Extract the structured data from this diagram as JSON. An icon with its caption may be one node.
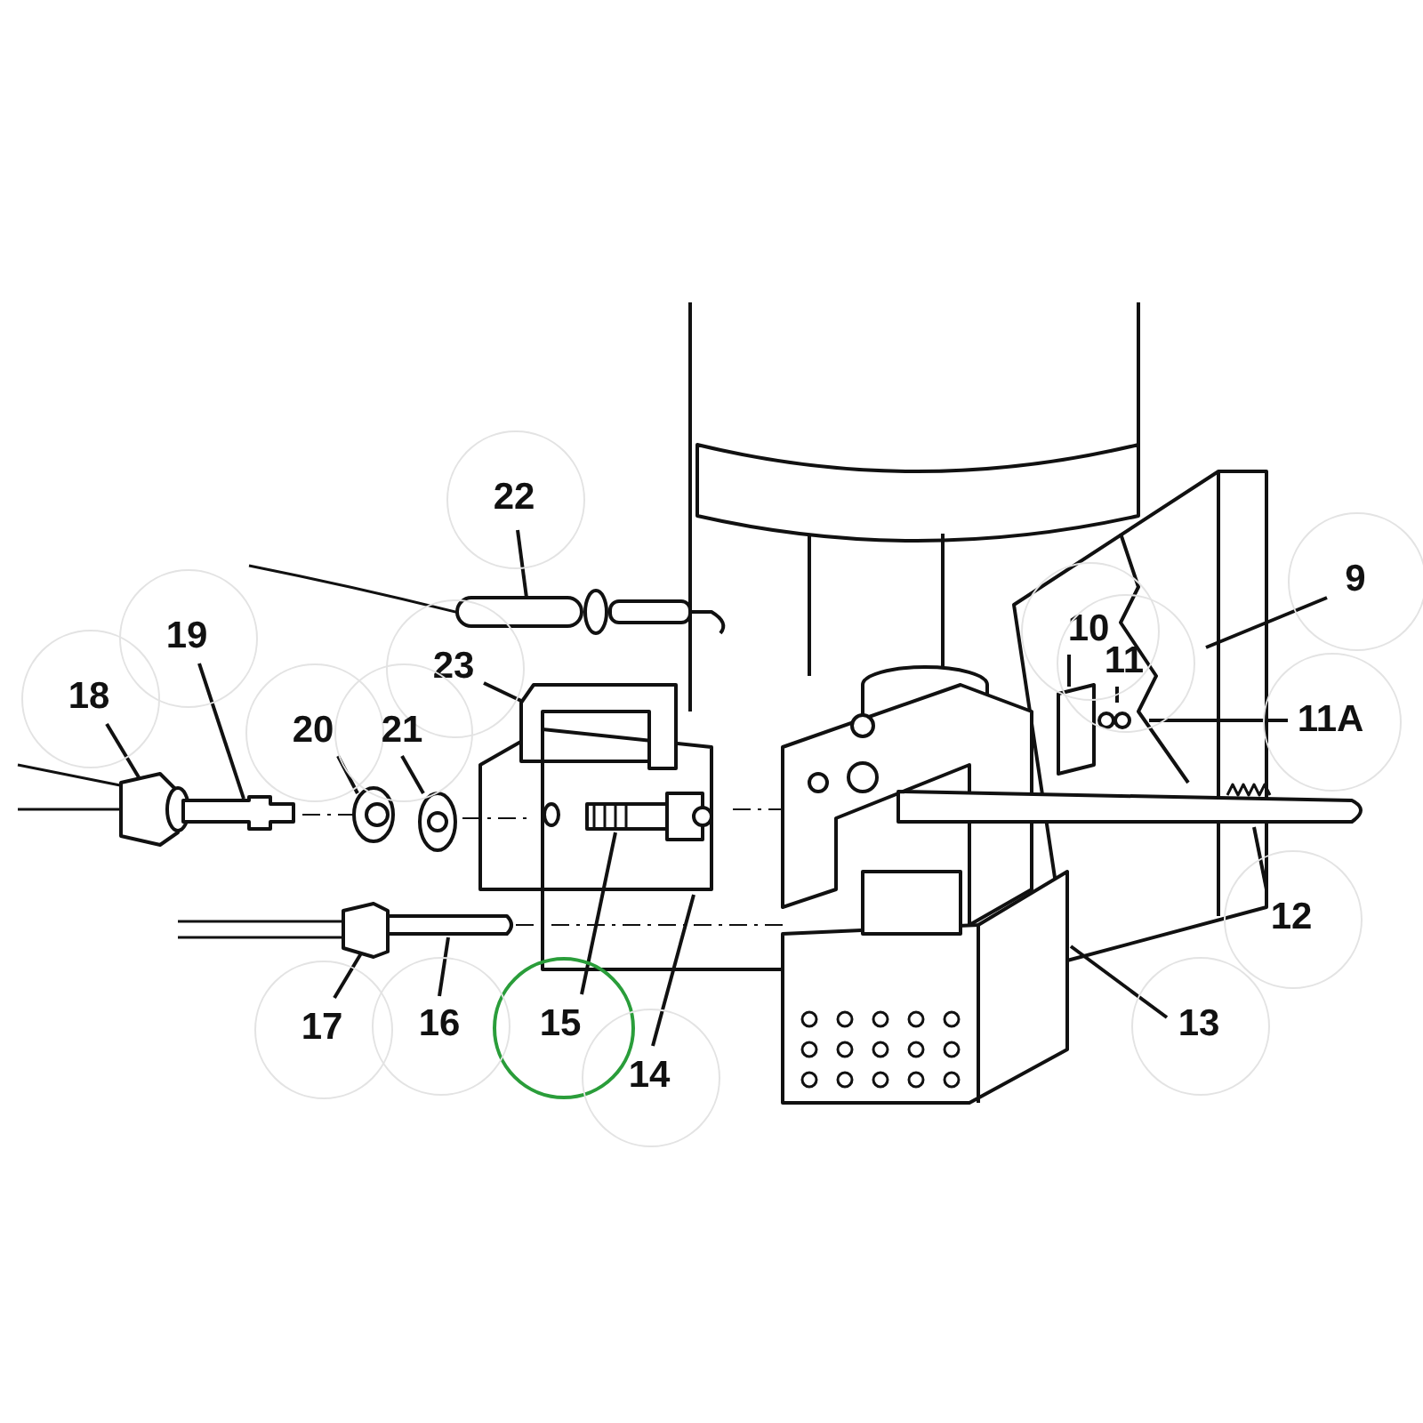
{
  "diagram": {
    "nodes": [
      {
        "text": [
          "22"
        ]
      },
      {
        "text": [
          "9"
        ]
      },
      {
        "text": [
          "10"
        ]
      },
      {
        "text": [
          "19"
        ]
      },
      {
        "text": [
          "11"
        ]
      },
      {
        "text": [
          "23"
        ]
      },
      {
        "text": [
          "18"
        ]
      },
      {
        "text": [
          "20"
        ]
      },
      {
        "text": [
          "21"
        ]
      },
      {
        "text": [
          "11A"
        ]
      },
      {
        "text": [
          "12"
        ]
      },
      {
        "text": [
          "15"
        ]
      },
      {
        "text": [
          "16"
        ]
      },
      {
        "text": [
          "17"
        ]
      },
      {
        "text": [
          "13"
        ]
      },
      {
        "text": [
          "14"
        ]
      }
    ],
    "edges": [
      {
        "from": 0,
        "to": null,
        "arrow": "none"
      },
      {
        "from": 1,
        "to": null,
        "arrow": "none"
      },
      {
        "from": 2,
        "to": null,
        "arrow": "none"
      },
      {
        "from": 3,
        "to": null,
        "arrow": "none"
      },
      {
        "from": 4,
        "to": null,
        "arrow": "none"
      },
      {
        "from": 5,
        "to": null,
        "arrow": "none"
      },
      {
        "from": 6,
        "to": null,
        "arrow": "none"
      },
      {
        "from": 7,
        "to": null,
        "arrow": "none"
      },
      {
        "from": 8,
        "to": null,
        "arrow": "none"
      },
      {
        "from": 9,
        "to": null,
        "arrow": "none"
      },
      {
        "from": 10,
        "to": null,
        "arrow": "none"
      },
      {
        "from": 11,
        "to": null,
        "arrow": "none"
      },
      {
        "from": 12,
        "to": null,
        "arrow": "none"
      },
      {
        "from": 13,
        "to": null,
        "arrow": "none"
      },
      {
        "from": 14,
        "to": null,
        "arrow": "none"
      },
      {
        "from": 15,
        "to": null,
        "arrow": "none"
      }
    ]
  }
}
